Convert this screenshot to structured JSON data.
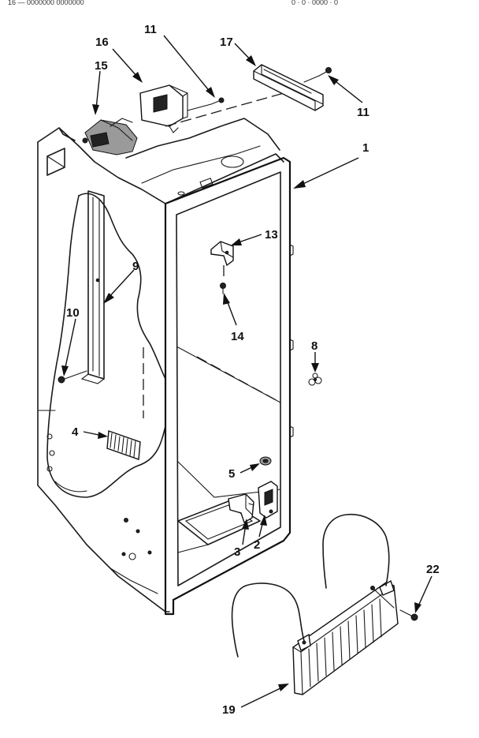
{
  "header": {
    "text_left": "16  —  0000000  0000000",
    "text_right": "0  ·  0  ·  0000  ·  0"
  },
  "callouts": {
    "c1": "1",
    "c2": "2",
    "c3": "3",
    "c4": "4",
    "c5": "5",
    "c8": "8",
    "c9": "9",
    "c10": "10",
    "c11a": "11",
    "c11b": "11",
    "c13": "13",
    "c14": "14",
    "c15": "15",
    "c16": "16",
    "c17": "17",
    "c19": "19",
    "c22": "22"
  }
}
